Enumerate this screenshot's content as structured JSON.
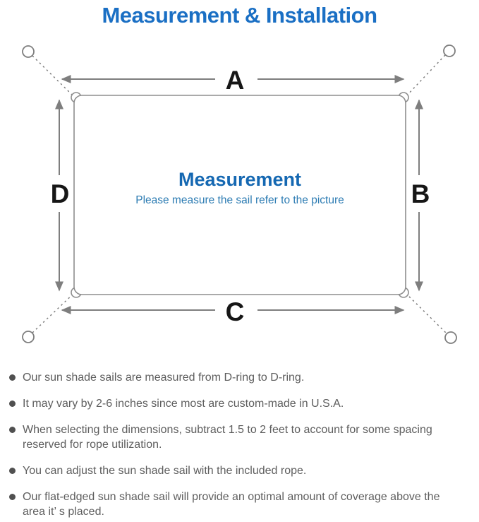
{
  "title": "Measurement & Installation",
  "diagram": {
    "label_top": "A",
    "label_right": "B",
    "label_bottom": "C",
    "label_left": "D",
    "center_heading": "Measurement",
    "center_subtitle": "Please measure the sail refer to the picture"
  },
  "bullets": [
    "Our sun shade sails are measured from D-ring to D-ring.",
    "It may vary by 2-6 inches since most are custom-made in U.S.A.",
    "When selecting the dimensions, subtract 1.5 to 2 feet to account for some spacing reserved for rope utilization.",
    "You can adjust the sun shade sail with the included rope.",
    "Our flat-edged sun shade sail will provide an optimal amount of coverage above the area it’ s placed."
  ],
  "colors": {
    "title_blue": "#1a6fc4",
    "heading_blue": "#1568b2",
    "subtitle_blue": "#2d7cb3",
    "line_gray": "#7e7e7e",
    "label_black": "#161616",
    "text_gray": "#5e5e5e",
    "dot_gray": "#505050"
  }
}
